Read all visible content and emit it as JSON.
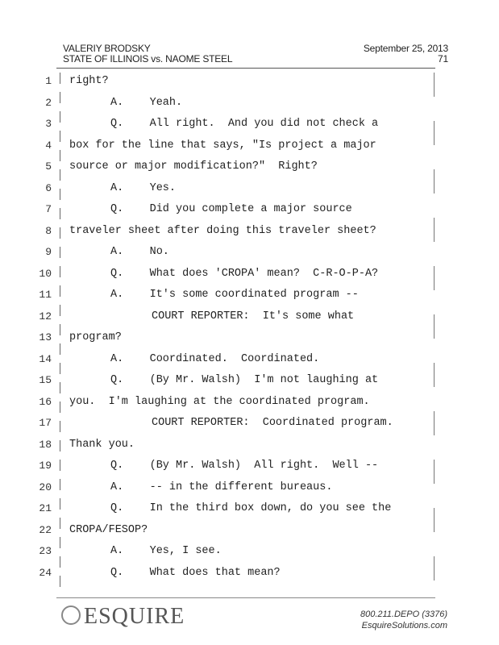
{
  "header": {
    "witness": "VALERIY BRODSKY",
    "case": "STATE OF ILLINOIS vs. NAOME STEEL",
    "date": "September 25, 2013",
    "page": "71"
  },
  "lines": [
    {
      "n": "1",
      "indent": 0,
      "text": "right?"
    },
    {
      "n": "2",
      "indent": 1,
      "text": "A.    Yeah."
    },
    {
      "n": "3",
      "indent": 1,
      "text": "Q.    All right.  And you did not check a"
    },
    {
      "n": "4",
      "indent": 0,
      "text": "box for the line that says, \"Is project a major"
    },
    {
      "n": "5",
      "indent": 0,
      "text": "source or major modification?\"  Right?"
    },
    {
      "n": "6",
      "indent": 1,
      "text": "A.    Yes."
    },
    {
      "n": "7",
      "indent": 1,
      "text": "Q.    Did you complete a major source"
    },
    {
      "n": "8",
      "indent": 0,
      "text": "traveler sheet after doing this traveler sheet?"
    },
    {
      "n": "9",
      "indent": 1,
      "text": "A.    No."
    },
    {
      "n": "10",
      "indent": 1,
      "text": "Q.    What does 'CROPA' mean?  C-R-O-P-A?"
    },
    {
      "n": "11",
      "indent": 1,
      "text": "A.    It's some coordinated program --"
    },
    {
      "n": "12",
      "indent": 2,
      "text": "COURT REPORTER:  It's some what"
    },
    {
      "n": "13",
      "indent": 0,
      "text": "program?"
    },
    {
      "n": "14",
      "indent": 1,
      "text": "A.    Coordinated.  Coordinated."
    },
    {
      "n": "15",
      "indent": 1,
      "text": "Q.    (By Mr. Walsh)  I'm not laughing at"
    },
    {
      "n": "16",
      "indent": 0,
      "text": "you.  I'm laughing at the coordinated program."
    },
    {
      "n": "17",
      "indent": 2,
      "text": "COURT REPORTER:  Coordinated program."
    },
    {
      "n": "18",
      "indent": 0,
      "text": "Thank you."
    },
    {
      "n": "19",
      "indent": 1,
      "text": "Q.    (By Mr. Walsh)  All right.  Well --"
    },
    {
      "n": "20",
      "indent": 1,
      "text": "A.    -- in the different bureaus."
    },
    {
      "n": "21",
      "indent": 1,
      "text": "Q.    In the third box down, do you see the"
    },
    {
      "n": "22",
      "indent": 0,
      "text": "CROPA/FESOP?"
    },
    {
      "n": "23",
      "indent": 1,
      "text": "A.    Yes, I see."
    },
    {
      "n": "24",
      "indent": 1,
      "text": "Q.    What does that mean?"
    }
  ],
  "footer": {
    "logo": "ESQUIRE",
    "phone": "800.211.DEPO (3376)",
    "site": "EsquireSolutions.com"
  }
}
